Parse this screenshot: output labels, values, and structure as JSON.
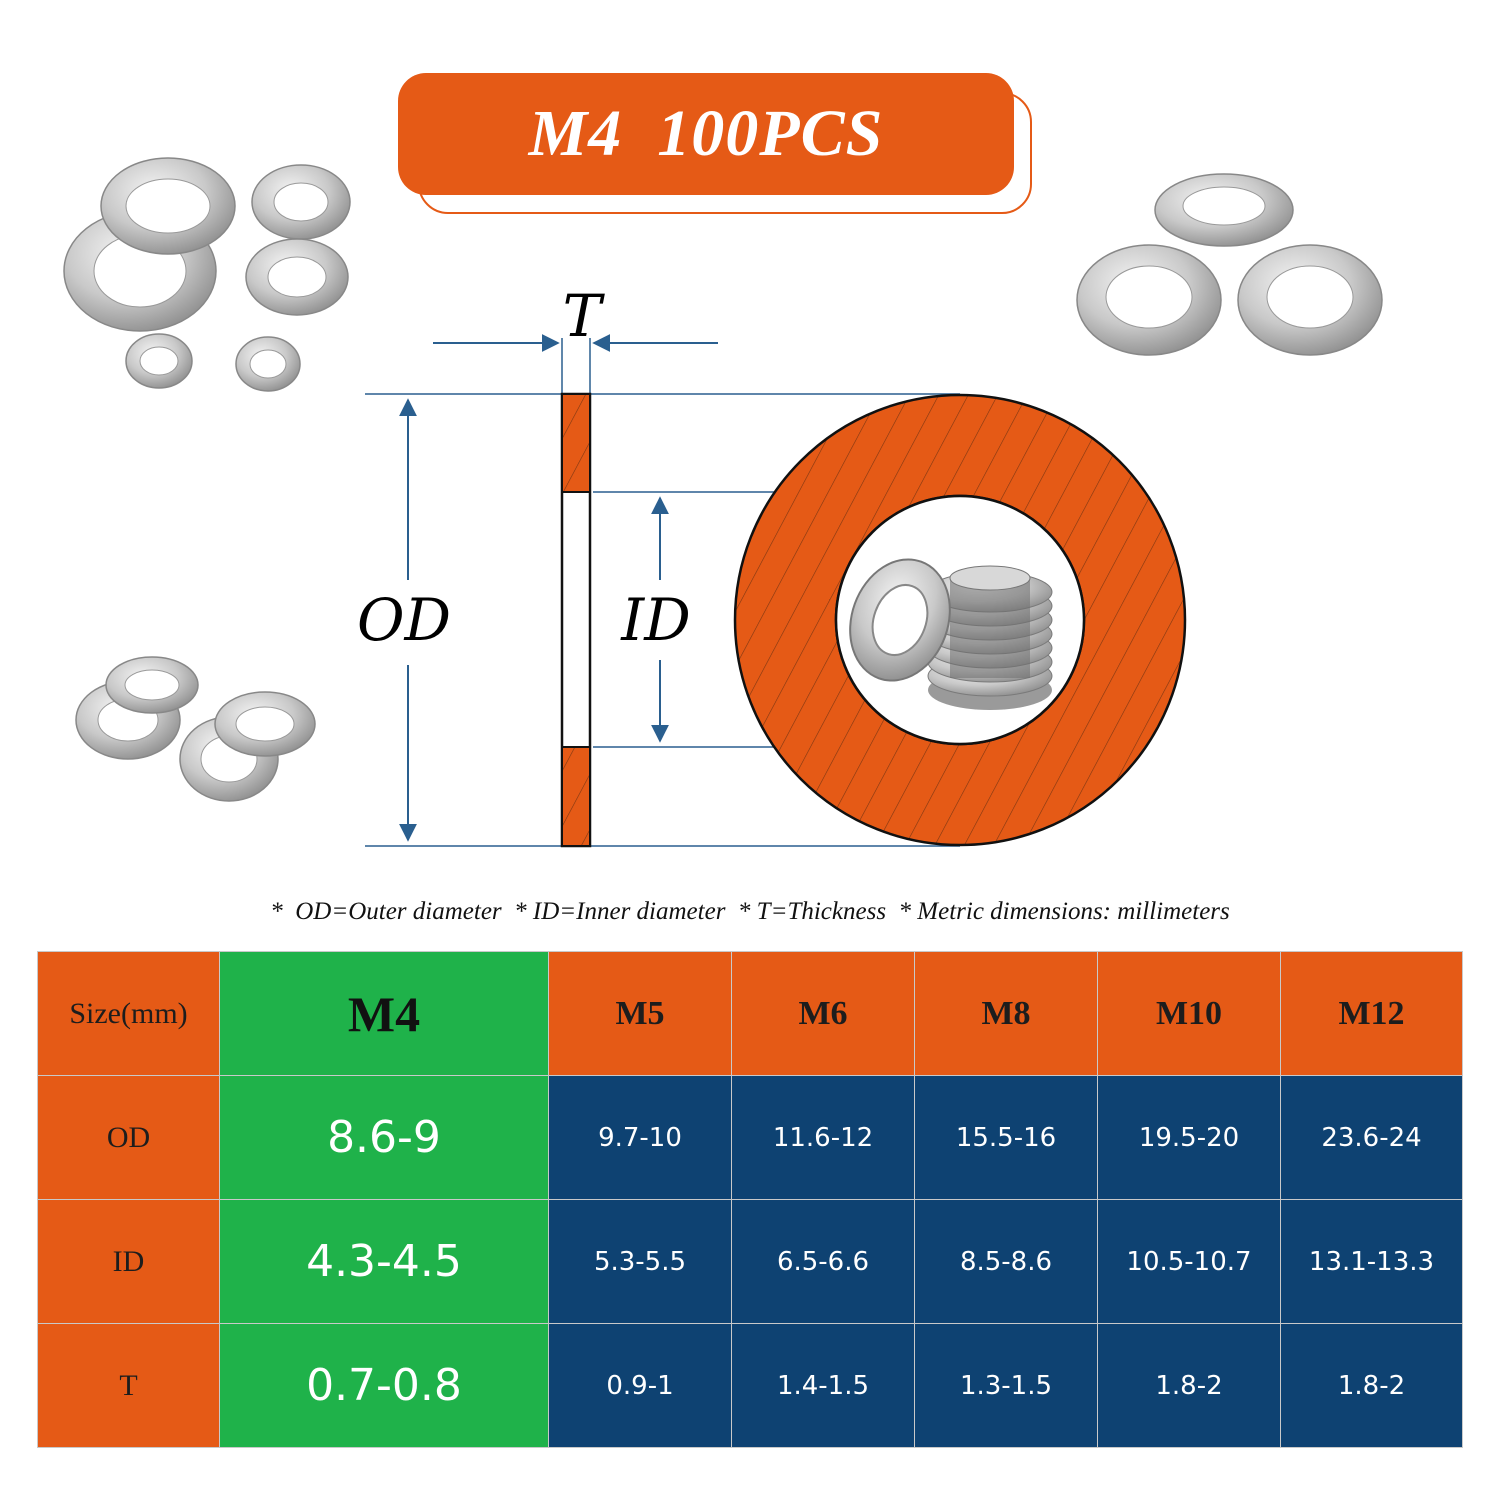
{
  "title": "M4  100PCS",
  "diagram": {
    "t_label": "T",
    "od_label": "OD",
    "id_label": "ID",
    "fill_color": "#e55a16",
    "dim_line_color": "#2a5f8f"
  },
  "photos": [
    {
      "name": "washer-assortment-photo-top-left"
    },
    {
      "name": "washer-trio-photo-top-right"
    },
    {
      "name": "washer-pairs-photo-bottom-left"
    },
    {
      "name": "washer-stack-photo-center"
    }
  ],
  "note": "*  OD=Outer diameter  * ID=Inner diameter  * T=Thickness  * Metric dimensions: millimeters",
  "table": {
    "header": {
      "label": "Size(mm)",
      "highlight": "M4",
      "sizes": [
        "M5",
        "M6",
        "M8",
        "M10",
        "M12"
      ]
    },
    "rows": [
      {
        "label": "OD",
        "highlight": "8.6-9",
        "values": [
          "9.7-10",
          "11.6-12",
          "15.5-16",
          "19.5-20",
          "23.6-24"
        ]
      },
      {
        "label": "ID",
        "highlight": "4.3-4.5",
        "values": [
          "5.3-5.5",
          "6.5-6.6",
          "8.5-8.6",
          "10.5-10.7",
          "13.1-13.3"
        ]
      },
      {
        "label": "T",
        "highlight": "0.7-0.8",
        "values": [
          "0.9-1",
          "1.4-1.5",
          "1.3-1.5",
          "1.8-2",
          "1.8-2"
        ]
      }
    ],
    "colors": {
      "orange": "#e55a16",
      "green": "#1fb24a",
      "navy": "#0e4272"
    }
  }
}
